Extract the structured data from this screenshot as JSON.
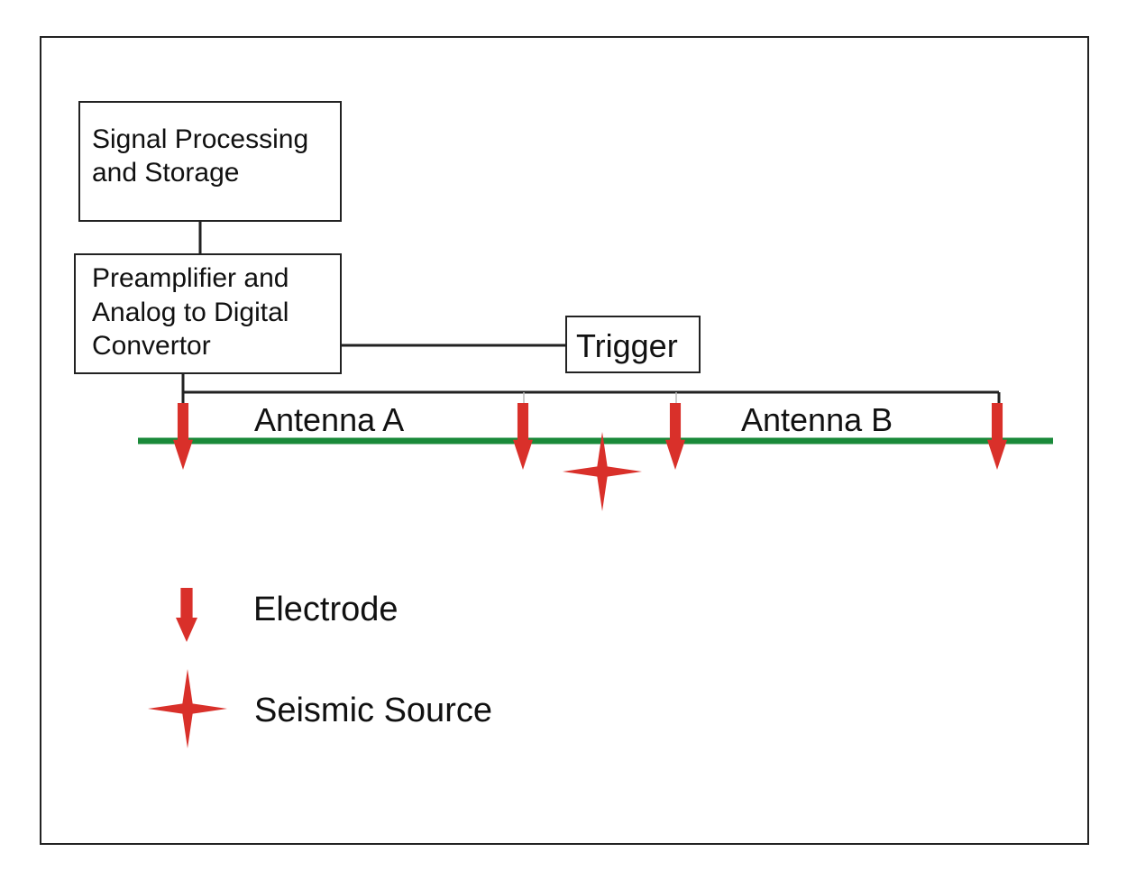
{
  "diagram": {
    "signal_box": {
      "line1": "Signal Processing",
      "line2": "and Storage"
    },
    "preamp_box": {
      "line1": "Preamplifier and",
      "line2": "Analog to Digital",
      "line3": "Convertor"
    },
    "trigger_box": {
      "label": "Trigger"
    },
    "antennas": {
      "a": "Antenna A",
      "b": "Antenna B"
    },
    "legend": {
      "electrode": "Electrode",
      "seismic_source": "Seismic Source"
    },
    "colors": {
      "ground_line": "#1a8a3a",
      "marker": "#d9302a",
      "stroke": "#222222"
    }
  }
}
